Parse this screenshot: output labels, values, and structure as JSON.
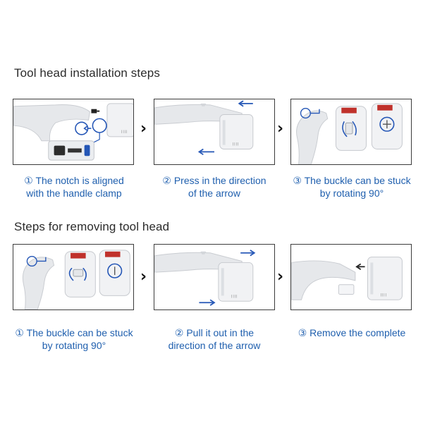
{
  "sections": [
    {
      "title": "Tool head installation steps",
      "steps": [
        {
          "caption_line1": "① The notch is aligned",
          "caption_line2": "with the handle clamp"
        },
        {
          "caption_line1": "② Press in the direction",
          "caption_line2": "of the arrow"
        },
        {
          "caption_line1": "③ The buckle can be stuck",
          "caption_line2": "by rotating 90°"
        }
      ]
    },
    {
      "title": "Steps for removing tool head",
      "steps": [
        {
          "caption_line1": "① The buckle can be stuck",
          "caption_line2": "by rotating 90°"
        },
        {
          "caption_line1": "② Pull it out in the",
          "caption_line2": "direction of the arrow"
        },
        {
          "caption_line1": "③ Remove the complete",
          "caption_line2": ""
        }
      ]
    }
  ],
  "icons": {
    "next_arrow": "chevron-right-icon"
  },
  "colors": {
    "caption": "#1f5fae",
    "arrow": "#2456b6",
    "device": "#e9ebee"
  }
}
